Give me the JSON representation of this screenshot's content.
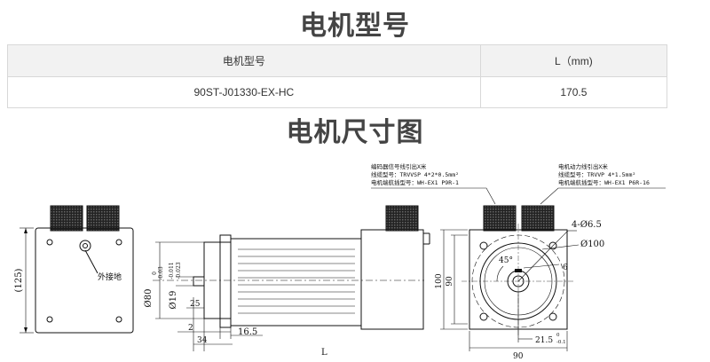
{
  "titles": {
    "model_title": "电机型号",
    "drawing_title": "电机尺寸图"
  },
  "table": {
    "headers": [
      "电机型号",
      "L（mm)"
    ],
    "rows": [
      [
        "90ST-J01330-EX-HC",
        "170.5"
      ]
    ]
  },
  "drawing": {
    "labels": {
      "height_125": "(125)",
      "ground": "外接地",
      "dim_80": "Ø80",
      "dim_80_tol_top": "0",
      "dim_80_tol_bottom": "-0.03",
      "dim_19": "Ø19",
      "dim_19_tol_top": "-0.011",
      "dim_19_tol_bottom": "-0.023",
      "dim_25": "25",
      "dim_2": "2",
      "dim_34": "34",
      "dim_16_5": "16.5",
      "dim_L": "L",
      "dim_100": "100",
      "dim_90_side": "90",
      "dim_90_bottom": "90",
      "dim_holes": "4-Ø6.5",
      "dim_pcd": "Ø100",
      "dim_45": "45°",
      "dim_6": "6",
      "dim_21_5": "21.5",
      "dim_21_5_tol": "0",
      "dim_21_5_tol2": "-0.1"
    },
    "encoder_note": {
      "line1": "编码器信号线引出X米",
      "line2": "线缆型号：TRVVSP 4*2*0.5mm²",
      "line3": "电机端航插型号：WH-EX1 P9R-1"
    },
    "power_note": {
      "line1": "电机动力线引出X米",
      "line2": "线缆型号：TRVVP 4*1.5mm²",
      "line3": "电机端航插型号：WH-EX1 P6R-16"
    }
  }
}
